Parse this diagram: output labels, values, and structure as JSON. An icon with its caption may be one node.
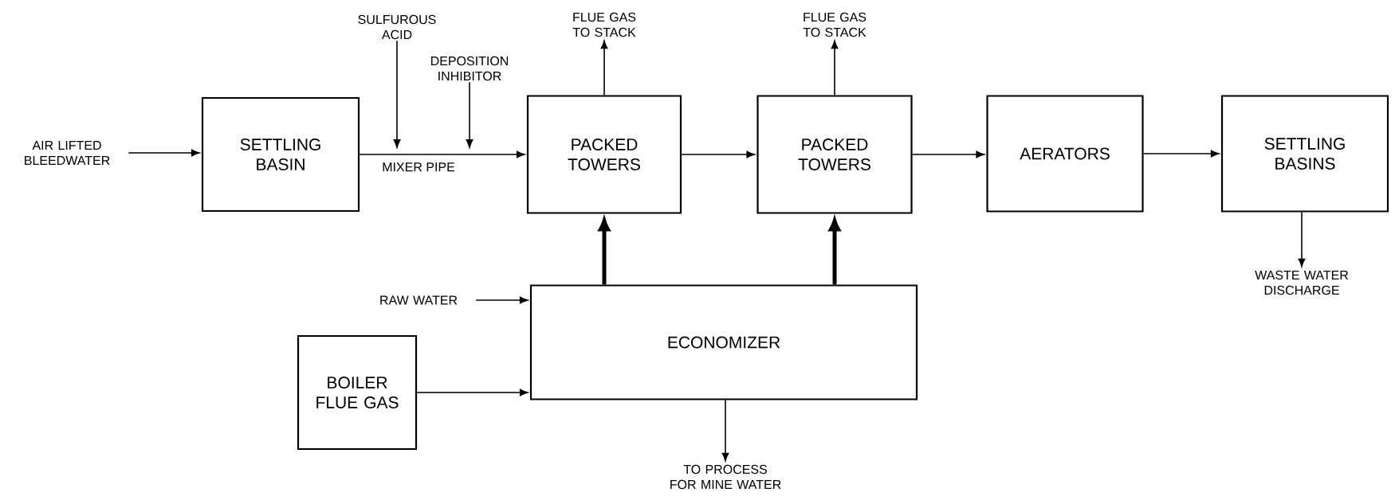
{
  "diagram": {
    "nodes": [
      {
        "text": [
          "AIR LIFTED BLEEDWATER"
        ]
      },
      {
        "text": [
          "SETTLING BASIN"
        ]
      },
      {
        "text": [
          "SULFUROUS ACID"
        ]
      },
      {
        "text": [
          "DEPOSITION INHIBITOR"
        ]
      },
      {
        "text": [
          "PACKED TOWERS"
        ]
      },
      {
        "text": [
          "FLUE GAS TO STACK"
        ]
      },
      {
        "text": [
          "PACKED TOWERS"
        ]
      },
      {
        "text": [
          "FLUE GAS TO STACK"
        ]
      },
      {
        "text": [
          "AERATORS"
        ]
      },
      {
        "text": [
          "SETTLING BASINS"
        ]
      },
      {
        "text": [
          "WASTE WATER DISCHARGE"
        ]
      },
      {
        "text": [
          "RAW WATER"
        ]
      },
      {
        "text": [
          "ECONOMIZER"
        ]
      },
      {
        "text": [
          "BOILER FLUE GAS"
        ]
      },
      {
        "text": [
          "TO PROCESS FOR MINE WATER"
        ]
      }
    ],
    "edges": [
      {
        "from": 0,
        "to": 1,
        "arrow": "to"
      },
      {
        "from": 1,
        "to": 4,
        "arrow": "to",
        "label": "MIXER PIPE"
      },
      {
        "from": 2,
        "to": null,
        "arrow": "to"
      },
      {
        "from": 3,
        "to": null,
        "arrow": "to"
      },
      {
        "from": 4,
        "to": 5,
        "arrow": "to"
      },
      {
        "from": 4,
        "to": 6,
        "arrow": "to"
      },
      {
        "from": 6,
        "to": 7,
        "arrow": "to"
      },
      {
        "from": 6,
        "to": 8,
        "arrow": "to"
      },
      {
        "from": 8,
        "to": 9,
        "arrow": "to"
      },
      {
        "from": 9,
        "to": 10,
        "arrow": "to"
      },
      {
        "from": 11,
        "to": 12,
        "arrow": "to"
      },
      {
        "from": 13,
        "to": 12,
        "arrow": "to"
      },
      {
        "from": 12,
        "to": 4,
        "arrow": "to",
        "style": "thick"
      },
      {
        "from": 12,
        "to": 6,
        "arrow": "to",
        "style": "thick"
      },
      {
        "from": 12,
        "to": 14,
        "arrow": "to"
      }
    ]
  }
}
